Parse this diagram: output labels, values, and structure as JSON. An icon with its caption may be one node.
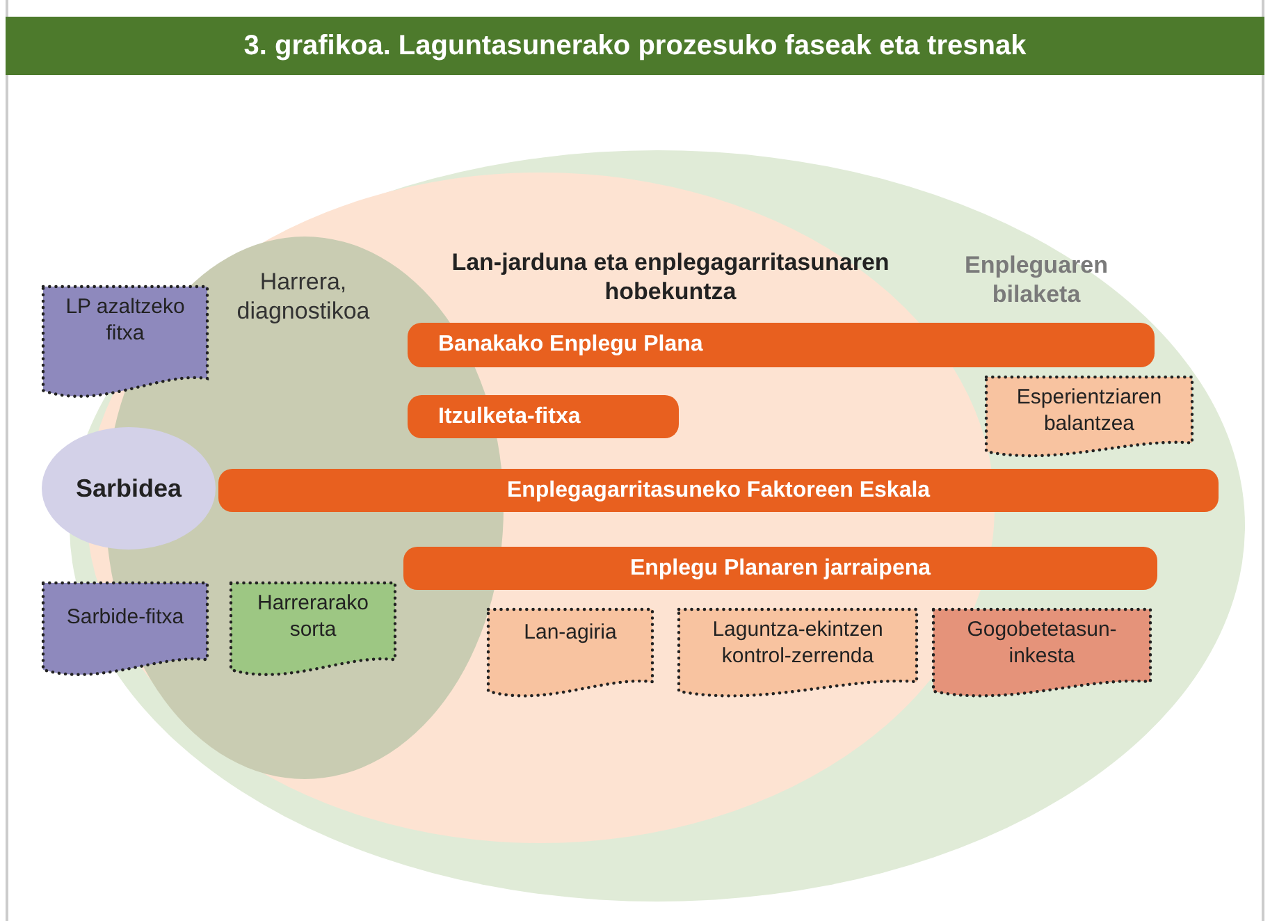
{
  "diagram": {
    "title": "3. grafikoa. Laguntasunerako prozesuko faseak eta tresnak",
    "nodes": [
      {
        "text": [
          "Enpleguaren bilaketa"
        ]
      },
      {
        "text": [
          "Lan-jarduna eta enplegagarritasunaren hobekuntza"
        ],
        "in": 0
      },
      {
        "text": [
          "Harrera, diagnostikoa"
        ],
        "in": 1
      },
      {
        "text": [
          "LP azaltzeko fitxa"
        ]
      },
      {
        "text": [
          "Banakako Enplegu Plana"
        ],
        "in": 0
      },
      {
        "text": [
          "Itzulketa-fitxa"
        ],
        "in": 1
      },
      {
        "text": [
          "Esperientziaren balantzea"
        ],
        "in": 0
      },
      {
        "text": [
          "Sarbidea"
        ]
      },
      {
        "text": [
          "Enplegagarritasuneko Faktoreen Eskala"
        ],
        "in": 0
      },
      {
        "text": [
          "Enplegu Planaren jarraipena"
        ],
        "in": 0
      },
      {
        "text": [
          "Sarbide-fitxa"
        ]
      },
      {
        "text": [
          "Harrerarako sorta"
        ],
        "in": 2
      },
      {
        "text": [
          "Lan-agiria"
        ],
        "in": 1
      },
      {
        "text": [
          "Laguntza-ekintzen kontrol-zerrenda"
        ],
        "in": 1
      },
      {
        "text": [
          "Gogobetetasun-inkesta"
        ],
        "in": 0
      }
    ],
    "edges": []
  }
}
